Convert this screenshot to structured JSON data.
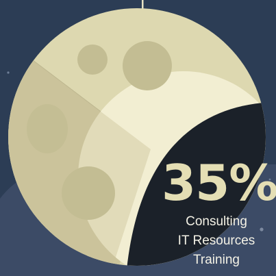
{
  "colors": {
    "sky": "#2c3d55",
    "hill": "#3c4b66",
    "string": "#e8e4c4",
    "moon_surface": "#ddd8b0",
    "moon_shadow": "#cbc49c",
    "crater": "#c3bd93",
    "glow": "#f2eed2",
    "night_panel": "#1b2129",
    "stat_text": "#e4deb4",
    "label_text": "#f4f2e6"
  },
  "stat": {
    "value": "35%"
  },
  "services": [
    {
      "label": "Consulting"
    },
    {
      "label": "IT Resources"
    },
    {
      "label": "Training"
    }
  ]
}
